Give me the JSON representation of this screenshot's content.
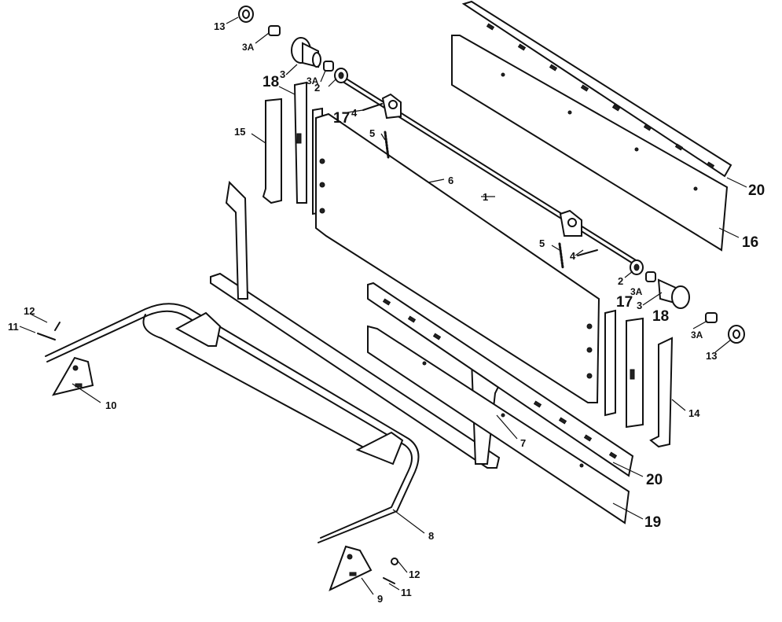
{
  "diagram": {
    "callouts": [
      {
        "id": "c1",
        "label": "1"
      },
      {
        "id": "c2a",
        "label": "2"
      },
      {
        "id": "c2b",
        "label": "2"
      },
      {
        "id": "c3a",
        "label": "3"
      },
      {
        "id": "c3b",
        "label": "3"
      },
      {
        "id": "c3Aa",
        "label": "3A"
      },
      {
        "id": "c3Ab",
        "label": "3A"
      },
      {
        "id": "c3Ac",
        "label": "3A"
      },
      {
        "id": "c3Ad",
        "label": "3A"
      },
      {
        "id": "c4a",
        "label": "4"
      },
      {
        "id": "c4b",
        "label": "4"
      },
      {
        "id": "c5a",
        "label": "5"
      },
      {
        "id": "c5b",
        "label": "5"
      },
      {
        "id": "c6",
        "label": "6"
      },
      {
        "id": "c7",
        "label": "7"
      },
      {
        "id": "c8",
        "label": "8"
      },
      {
        "id": "c9",
        "label": "9"
      },
      {
        "id": "c10",
        "label": "10"
      },
      {
        "id": "c11a",
        "label": "11"
      },
      {
        "id": "c11b",
        "label": "11"
      },
      {
        "id": "c12a",
        "label": "12"
      },
      {
        "id": "c12b",
        "label": "12"
      },
      {
        "id": "c13a",
        "label": "13"
      },
      {
        "id": "c13b",
        "label": "13"
      },
      {
        "id": "c14",
        "label": "14"
      },
      {
        "id": "c15",
        "label": "15"
      },
      {
        "id": "c16",
        "label": "16"
      },
      {
        "id": "c17a",
        "label": "17"
      },
      {
        "id": "c17b",
        "label": "17"
      },
      {
        "id": "c18a",
        "label": "18"
      },
      {
        "id": "c18b",
        "label": "18"
      },
      {
        "id": "c19",
        "label": "19"
      },
      {
        "id": "c20a",
        "label": "20"
      },
      {
        "id": "c20b",
        "label": "20"
      }
    ]
  }
}
